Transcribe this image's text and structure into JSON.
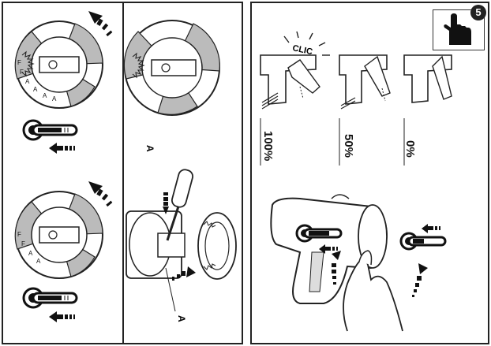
{
  "labels": {
    "a_top": "A",
    "a_bottom": "A",
    "clic": "CLIC",
    "step_number": "5",
    "dial_scale": "FFAAAA"
  },
  "positions": [
    "100%",
    "50%",
    "0%"
  ],
  "icons": {
    "thermometer": "thermometer-icon",
    "arrow": "arrow-icon",
    "rotate_arrow": "rotate-arrow-icon",
    "hand": "hand-pointer-icon",
    "screwdriver": "screwdriver-icon"
  }
}
